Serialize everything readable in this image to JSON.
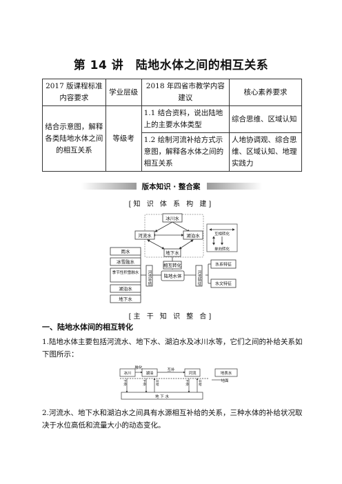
{
  "title": "第 14 讲　陆地水体之间的相互关系",
  "table": {
    "headers": [
      "2017 版课程标准内容要求",
      "学业层级",
      "2018 年四省市教学内容建议",
      "核心素养要求"
    ],
    "col1": "结合示意图，解释各类陆地水体之间的相互关系",
    "col2": "等级考",
    "rows": [
      {
        "suggestion": "1.1 结合资料，说出陆地上的主要水体类型",
        "literacy": "综合思维、区域认知"
      },
      {
        "suggestion": "1.2 绘制河流补给方式示意图，解释各水体之间的相互关系",
        "literacy": "人地协调观、综合思维、区域认知、地理实践力"
      }
    ]
  },
  "banner": "版本知识 · 整合案",
  "section_knowledge": "[知 识 体 系 构 建]",
  "diagram1": {
    "glacier": "冰川水",
    "river": "河流水",
    "lake": "湖泊水",
    "groundwater": "地下水",
    "legend_mutual": "互相转化",
    "legend_one_way": "单向转化",
    "left_items": [
      "雨水",
      "冰雪融水",
      "季节性积雪融水",
      "湖泊水",
      "地下水"
    ],
    "river_supply": "河流补给",
    "mutual": "相互转化",
    "center": "陆地水体",
    "river_features": "河流特征",
    "right_items": [
      "水系特征",
      "水文特征"
    ]
  },
  "section_main": "[主 干 知 识 整 合]",
  "heading1": "一、陆地水体间的相互转化",
  "para1": "1.陆地水体主要包括河流水、地下水、湖泊水及冰川水等，它们之间的补给关系如下图所示：",
  "diagram2": {
    "glacier": "冰川",
    "melt": "融化",
    "lake": "湖泊",
    "mutual_supply": "互补",
    "river": "河流",
    "surface_water": "地表水",
    "ground_label": "地面",
    "down_seep": "下渗",
    "supply": "补给",
    "underground": "地 下 水"
  },
  "para2": "2.河流水、地下水和湖泊水之间具有水源相互补给的关系，三种水体的补给状况取决于水位高低和流量大小的动态变化。"
}
